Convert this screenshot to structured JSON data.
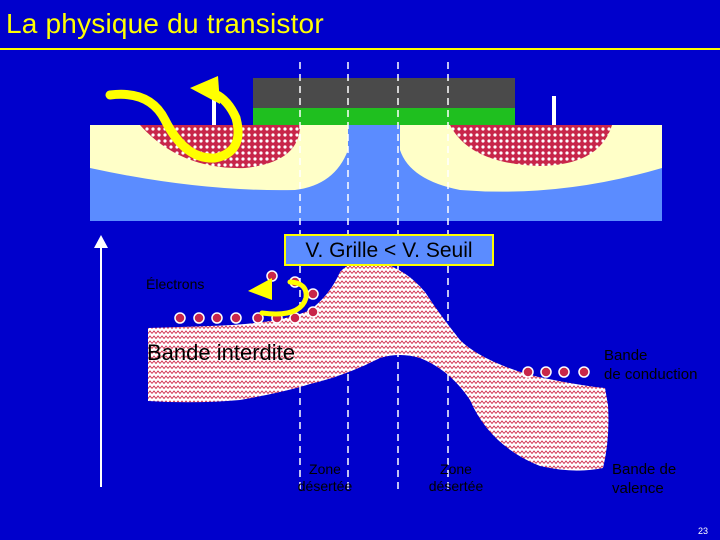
{
  "slide": {
    "title": "La physique du transistor",
    "page_number": "23"
  },
  "diagram": {
    "voltage_condition": "V. Grille < V. Seuil",
    "electrons_label": "Électrons",
    "forbidden_band_label": "Bande interdite",
    "conduction_band_label_line1": "Bande",
    "conduction_band_label_line2": "de conduction",
    "valence_band_label_line1": "Bande de",
    "valence_band_label_line2": "valence",
    "depletion_zone_label_line1": "Zone",
    "depletion_zone_label_line2": "désertée"
  },
  "colors": {
    "background": "#0000cc",
    "title": "#ffff00",
    "substrate": "#5b8cff",
    "depletion": "#ffffc8",
    "gate_oxide": "#1fbf1f",
    "gate_metal": "#4a4a4a",
    "doped_region": "#c8264a",
    "band_fill": "#ffffff",
    "band_hatch": "#d0284a",
    "arrow": "#ffff00",
    "electron": "#c8264a"
  }
}
